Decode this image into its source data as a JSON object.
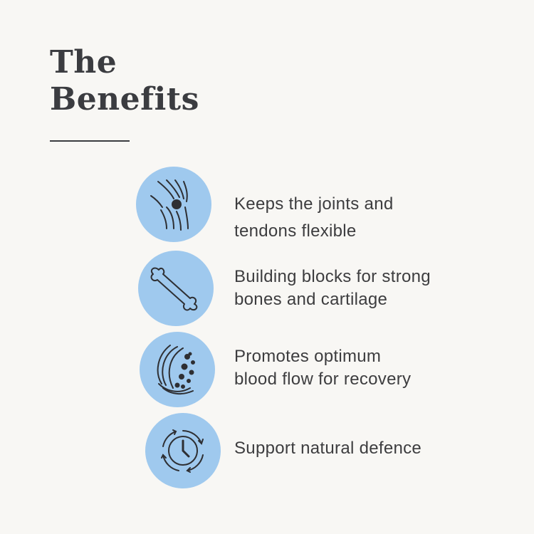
{
  "page": {
    "title_line1": "The",
    "title_line2": "Benefits"
  },
  "benefits": [
    {
      "icon": "knee-joint-icon",
      "text": "Keeps the joints and\ntendons flexible"
    },
    {
      "icon": "bone-icon",
      "text": "Building blocks for strong\nbones and cartilage"
    },
    {
      "icon": "blood-flow-icon",
      "text": "Promotes optimum\nblood flow for recovery"
    },
    {
      "icon": "clock-cycle-icon",
      "text": "Support natural defence"
    }
  ],
  "colors": {
    "background": "#f8f7f4",
    "circle": "#9fc9ee",
    "text": "#3d3d3f"
  }
}
